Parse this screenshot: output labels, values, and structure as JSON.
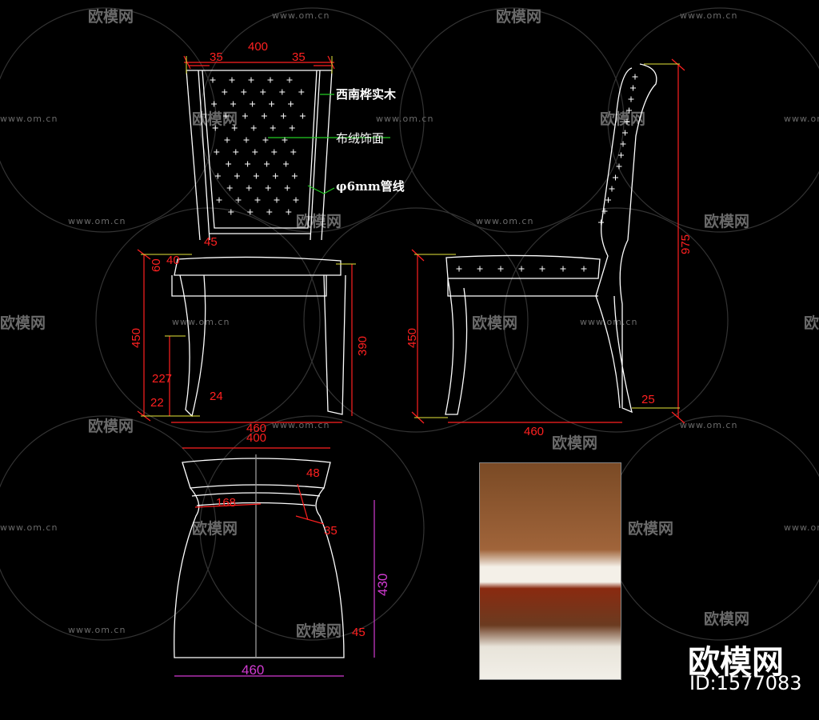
{
  "watermark": {
    "brand": "欧模网",
    "url": "www.om.cn",
    "id": "ID:1577083"
  },
  "front_view": {
    "dims": {
      "top_width": "400",
      "left_frame": "35",
      "right_frame": "35",
      "seat_front": "45",
      "seat_thick_a": "40",
      "seat_thick_b": "60",
      "seat_height": "450",
      "stretcher_height": "227",
      "foot_height": "22",
      "foot_width": "24",
      "leg_height": "390",
      "base_width": "460"
    },
    "annotations": {
      "wood": "西南桦实木",
      "fabric": "布绒饰面",
      "piping": "φ6mm管线"
    }
  },
  "side_view": {
    "dims": {
      "seat_height": "450",
      "depth": "460",
      "total_height": "975",
      "foot": "25"
    }
  },
  "top_view": {
    "dims": {
      "back_width": "400",
      "inner_width": "168",
      "rail_a": "48",
      "rail_b": "35",
      "depth": "430",
      "front_rail": "45",
      "width": "460"
    }
  },
  "colors": {
    "dimension": "#ff2020",
    "extension": "#e6e63a",
    "leader": "#22cc22",
    "outline": "#ffffff",
    "top_dim": "#d23bd2",
    "background": "#000000"
  }
}
